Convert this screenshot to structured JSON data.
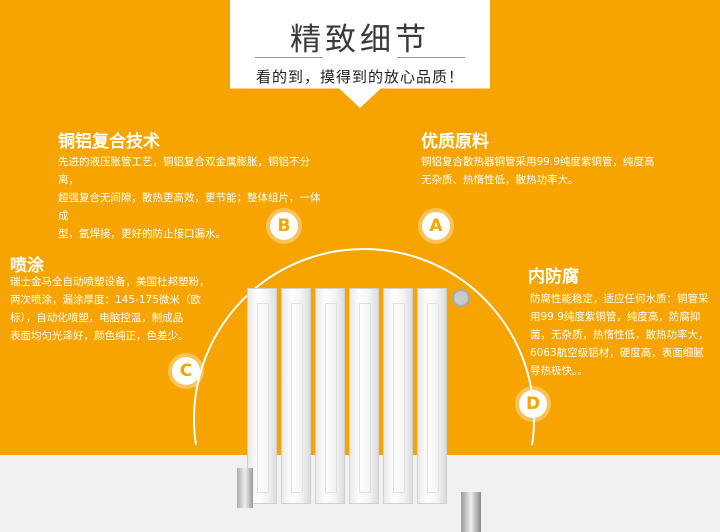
{
  "header": {
    "title": "精致细节",
    "subtitle": "看的到，摸得到的放心品质！"
  },
  "features": [
    {
      "key": "B",
      "title": "铜铝复合技术",
      "lines": [
        "先进的液压胀管工艺，铜铝复合双金属膨胀，铜铝不分离，",
        "超强复合无间隙，散热更高效，更节能；整体组片，一体成",
        "型，氩焊接，更好的防止接口漏水。"
      ]
    },
    {
      "key": "A",
      "title": "优质原料",
      "lines": [
        "铜铝复合散热器铜管采用99.9纯度紫铜管，纯度高",
        "无杂质、热惰性低，散热功率大。"
      ]
    },
    {
      "key": "C",
      "title": "喷涂",
      "lines": [
        "瑞士金马全自动喷塑设备，美国杜邦塑粉，",
        "两次喷涂，漏涂厚度：145-175微米（欧",
        "标），自动化喷塑，电脑控温，制成品",
        "表面均匀光泽好，颜色纯正，色差少。"
      ]
    },
    {
      "key": "D",
      "title": "内防腐",
      "lines": [
        "防腐性能稳定，适应任何水质：铜管采",
        "用99.9纯度紫铜管，纯度高，防腐抑",
        "菌，无杂质，热惰性低，散热功率大，",
        "6063航空级铝材，硬度高，表面细腻",
        "导热极快。。"
      ]
    }
  ],
  "colors": {
    "background": "#f7a400",
    "panel": "#ffffff",
    "floor": "#f1f1f1"
  },
  "product": {
    "fin_count": 6
  }
}
